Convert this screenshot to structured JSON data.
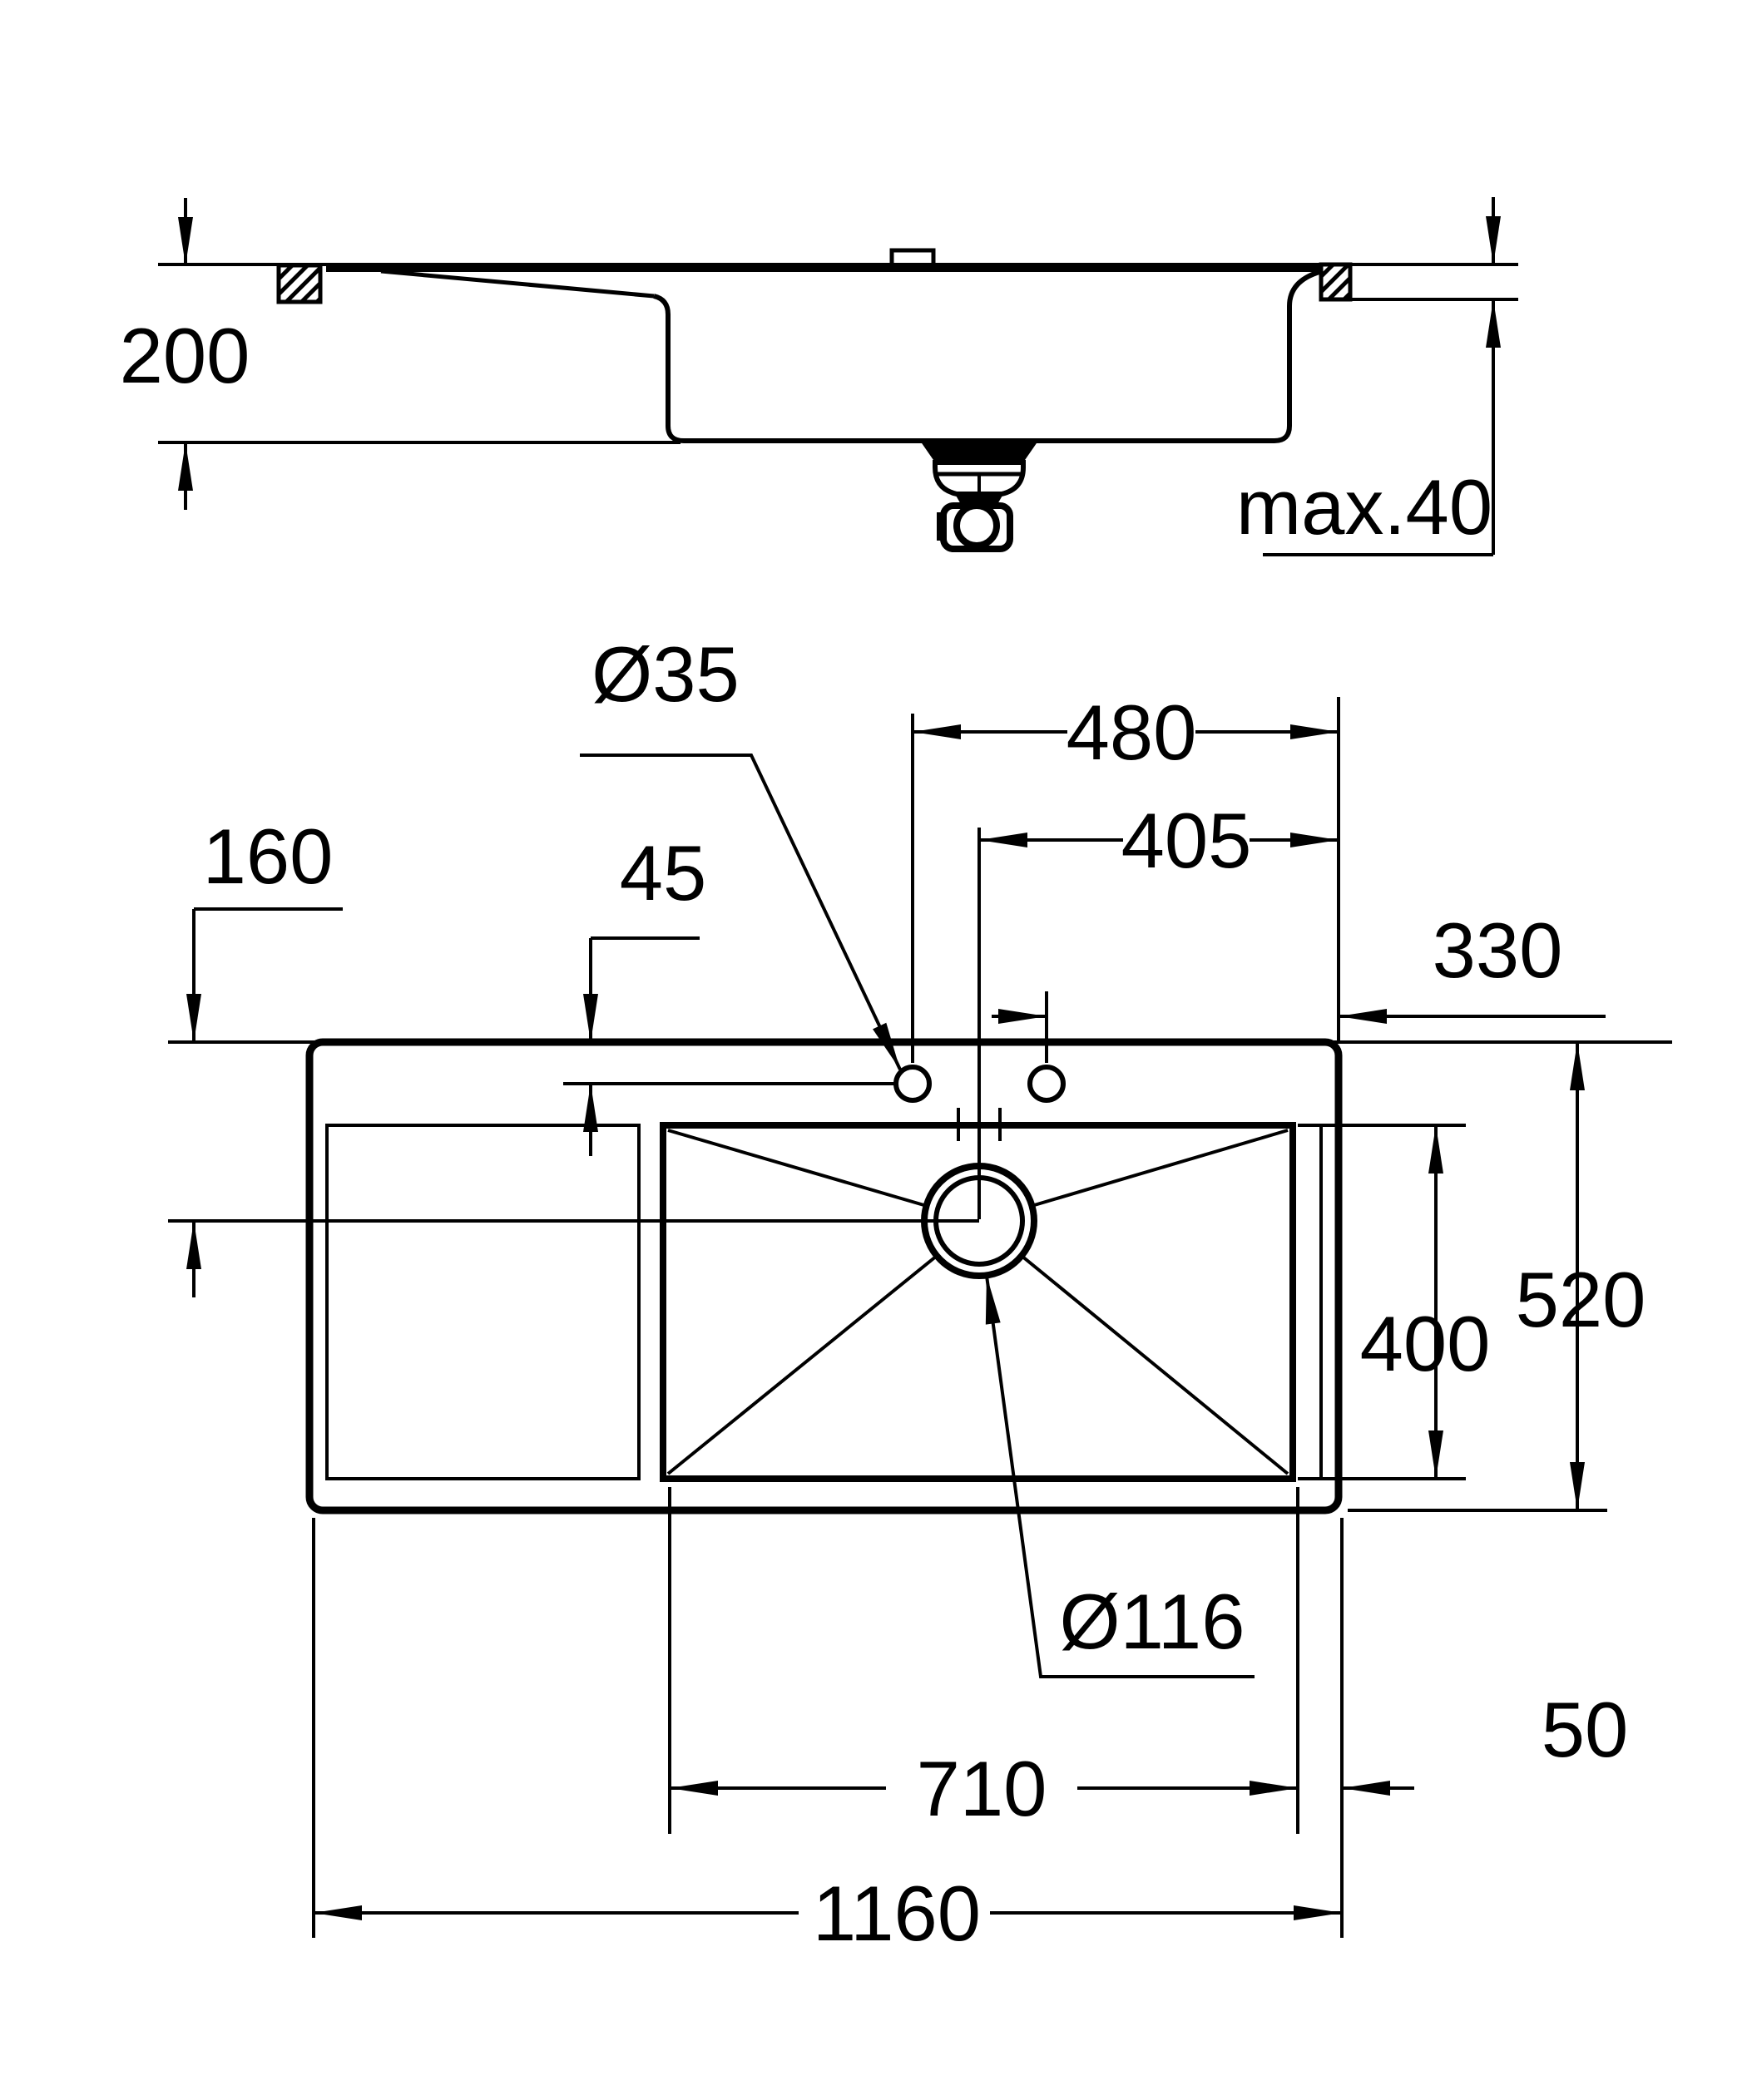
{
  "page": {
    "background": "#ffffff",
    "ink": "#000000",
    "title": "Kitchen sink dimensional installation drawing",
    "units": "mm"
  },
  "views": {
    "section": "front section view with countertop cut and drain trap",
    "plan": "top view with drainboard, basin, faucet holes and waste"
  },
  "dims": {
    "depth": {
      "label": "200",
      "meaning": "bowl depth"
    },
    "counter": {
      "label": "max.40",
      "meaning": "max countertop thickness"
    },
    "hole": {
      "label": "Ø35",
      "meaning": "faucet hole diameter"
    },
    "hole1_right": {
      "label": "480",
      "meaning": "faucet hole to right edge"
    },
    "drain_right": {
      "label": "405",
      "meaning": "drain centre to right edge"
    },
    "hole_edge": {
      "label": "45",
      "meaning": "hole centre to front edge"
    },
    "edge_center": {
      "label": "160",
      "meaning": "top edge to drain centre line"
    },
    "hole2_right": {
      "label": "330",
      "meaning": "second hole to right edge"
    },
    "basin_depth": {
      "label": "400",
      "meaning": "basin depth (plan)"
    },
    "total_depth": {
      "label": "520",
      "meaning": "overall sink depth"
    },
    "drain": {
      "label": "Ø116",
      "meaning": "waste hole diameter"
    },
    "basin_edge": {
      "label": "50",
      "meaning": "basin to right edge"
    },
    "basin_width": {
      "label": "710",
      "meaning": "basin width"
    },
    "total_width": {
      "label": "1160",
      "meaning": "overall sink width"
    }
  }
}
